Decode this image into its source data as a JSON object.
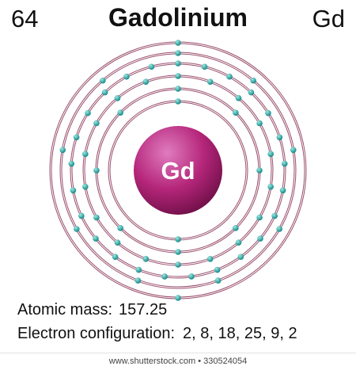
{
  "element": {
    "atomic_number": "64",
    "name": "Gadolinium",
    "symbol": "Gd"
  },
  "atomic_mass": {
    "label": "Atomic mass:",
    "value": "157.25"
  },
  "electron_configuration": {
    "label": "Electron configuration:",
    "value": "2, 8, 18, 25, 9, 2"
  },
  "shells": [
    2,
    8,
    18,
    25,
    9,
    2
  ],
  "footer_text": "www.shutterstock.com • 330524054",
  "colors": {
    "nucleus": "#b5267a",
    "nucleus_highlight": "#e07cc0",
    "orbit": "#9a4f6d",
    "electron": "#1aa0a0"
  }
}
